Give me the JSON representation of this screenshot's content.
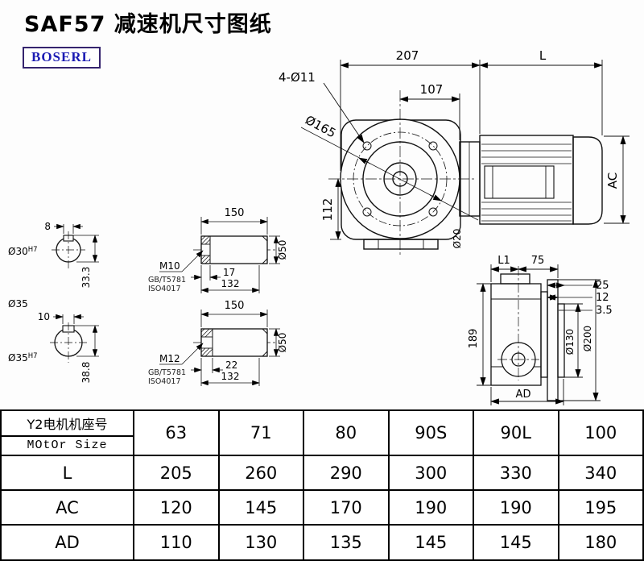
{
  "page": {
    "title": "SAF57 减速机尺寸图纸",
    "brand": "BOSERL"
  },
  "front_view": {
    "dim_207": "207",
    "dim_L": "L",
    "dim_107": "107",
    "holes": "4-Ø11",
    "flange_dia": "Ø165",
    "dim_112": "112",
    "dim_AC": "AC",
    "dim_shaft": "Ø20"
  },
  "side_view": {
    "dim_L1": "L1",
    "dim_75": "75",
    "dim_25": "25",
    "dim_12": "12",
    "dim_3_5": "3.5",
    "dim_189": "189",
    "dia_130": "Ø130",
    "dia_200": "Ø200",
    "dim_AD": "AD"
  },
  "shaft_a": {
    "key_width": "8",
    "bore": "Ø30",
    "tol": "H7",
    "key_height": "33.3",
    "length": "150",
    "thread": "M10",
    "std_gb": "GB/T5781",
    "std_iso": "ISO4017",
    "thread_len": "17",
    "dim_132": "132",
    "dia": "Ø50"
  },
  "shaft_b": {
    "label_dia": "Ø35",
    "key_width": "10",
    "bore": "Ø35",
    "tol": "H7",
    "key_height": "38.8",
    "length": "150",
    "thread": "M12",
    "std_gb": "GB/T5781",
    "std_iso": "ISO4017",
    "thread_len": "22",
    "dim_132": "132",
    "dia": "Ø50"
  },
  "table": {
    "header_cn": "Y2电机机座号",
    "header_en": "MOtOr Size",
    "columns": [
      "63",
      "71",
      "80",
      "90S",
      "90L",
      "100"
    ],
    "rows": [
      {
        "label": "L",
        "values": [
          "205",
          "260",
          "290",
          "300",
          "330",
          "340"
        ]
      },
      {
        "label": "AC",
        "values": [
          "120",
          "145",
          "170",
          "190",
          "190",
          "195"
        ]
      },
      {
        "label": "AD",
        "values": [
          "110",
          "130",
          "135",
          "145",
          "145",
          "180"
        ]
      }
    ]
  }
}
